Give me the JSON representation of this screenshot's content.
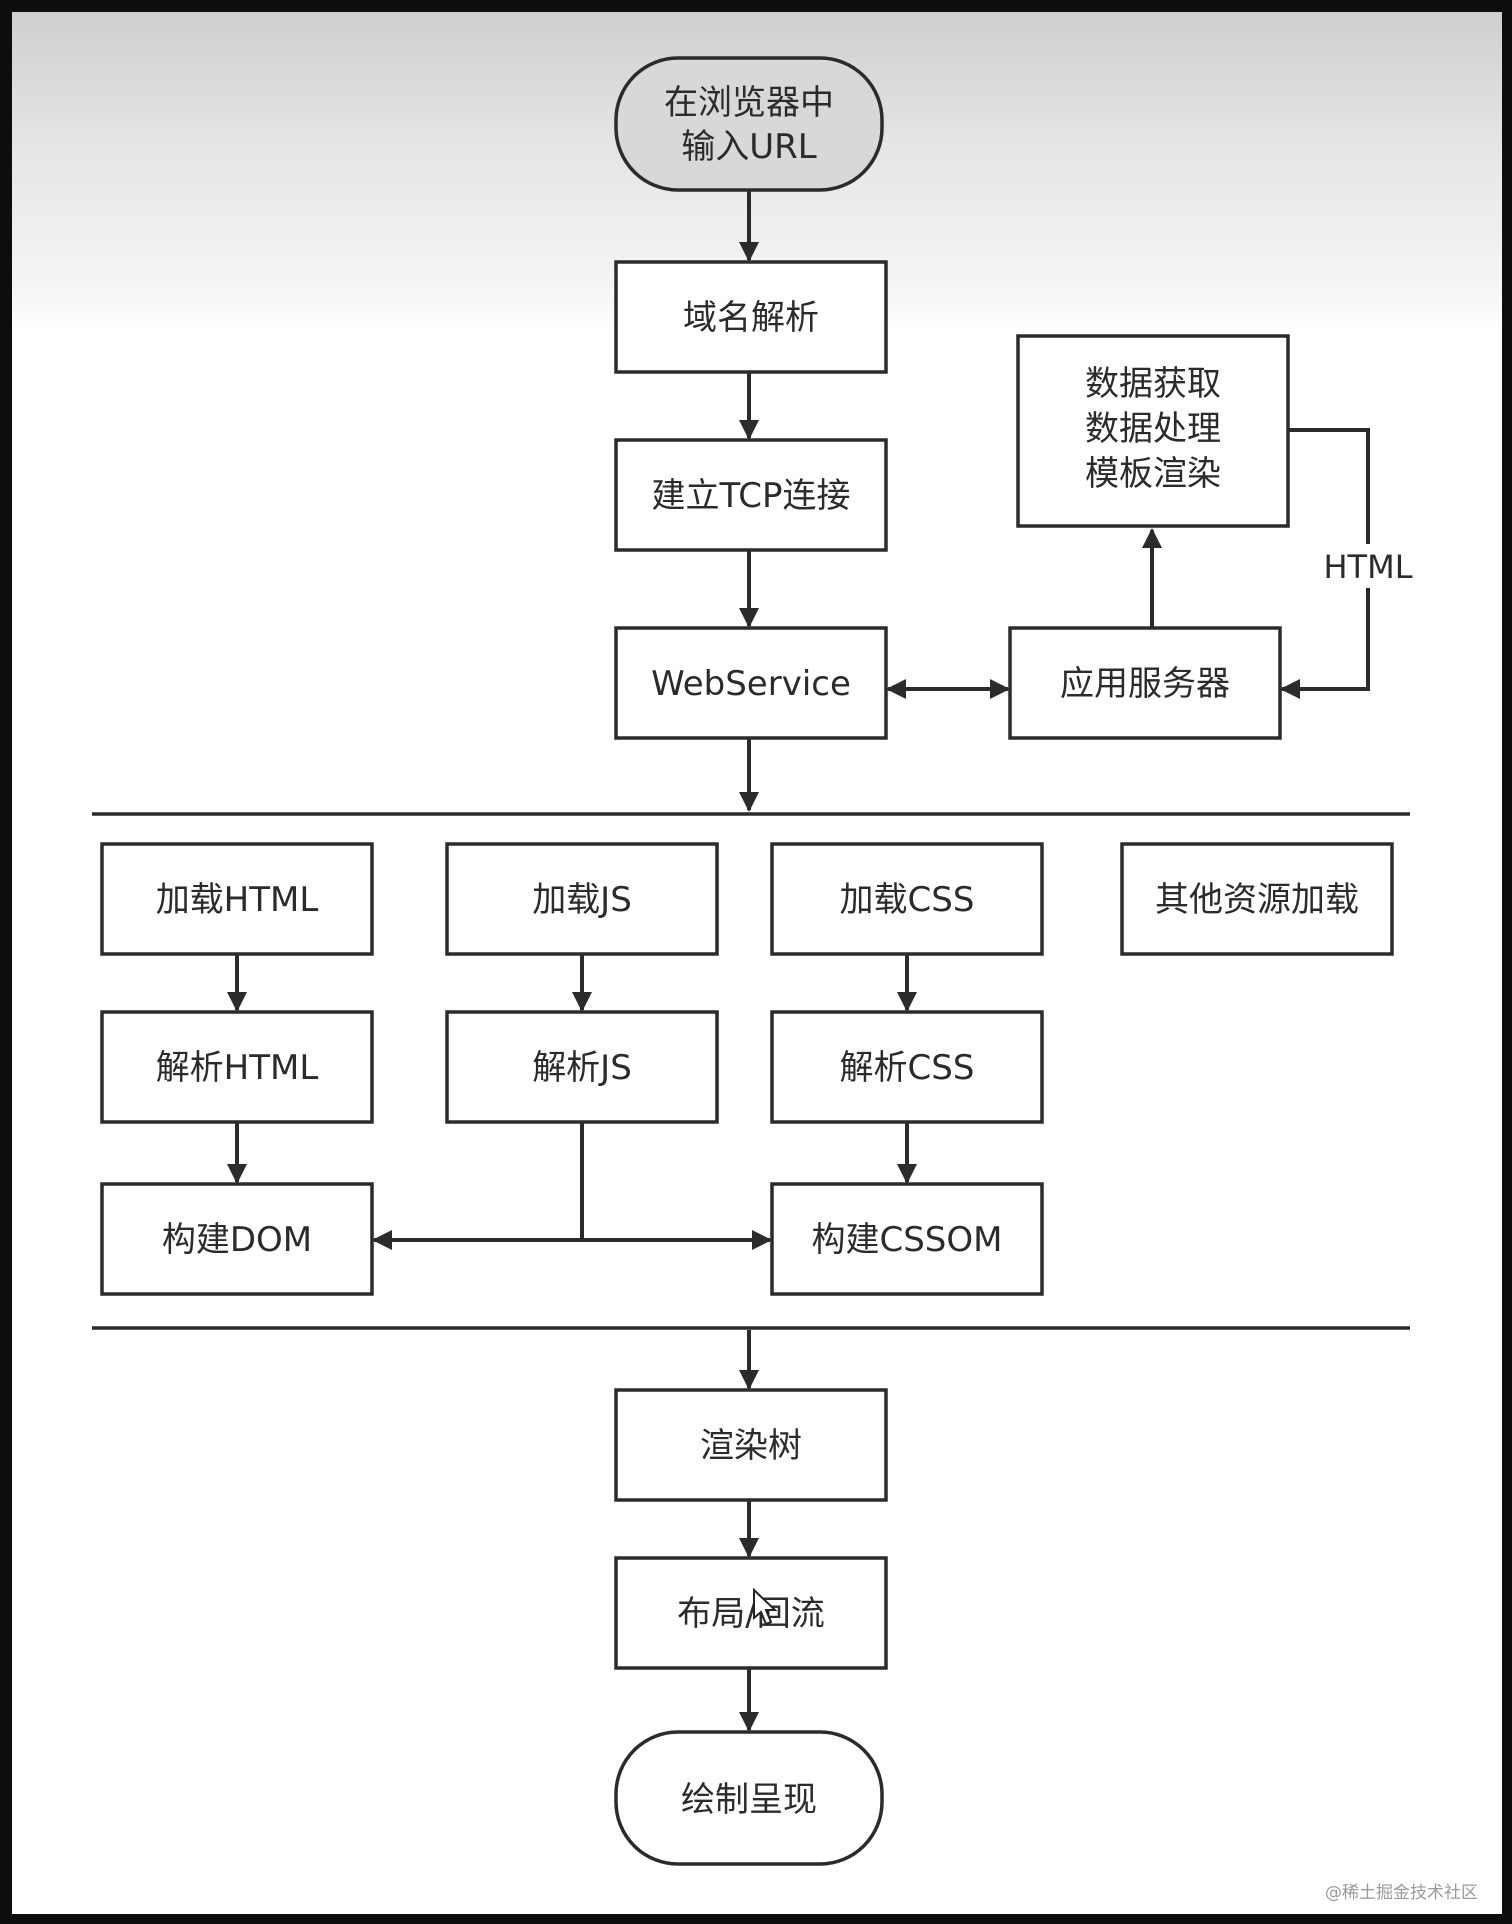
{
  "nodes": {
    "input_url": [
      "在浏览器中",
      "输入URL"
    ],
    "dns": "域名解析",
    "tcp": "建立TCP连接",
    "webservice": "WebService",
    "data_proc": [
      "数据获取",
      "数据处理",
      "模板渲染"
    ],
    "app_server": "应用服务器",
    "load_html": "加载HTML",
    "load_js": "加载JS",
    "load_css": "加载CSS",
    "load_other": "其他资源加载",
    "parse_html": "解析HTML",
    "parse_js": "解析JS",
    "parse_css": "解析CSS",
    "build_dom": "构建DOM",
    "build_cssom": "构建CSSOM",
    "render_tree": "渲染树",
    "layout": "布局/回流",
    "paint": "绘制呈现"
  },
  "edge_labels": {
    "html_return": "HTML"
  },
  "watermark": "@稀土掘金技术社区",
  "colors": {
    "line": "#2b2b2b",
    "box_fill": "#ffffff",
    "start_fill": "#d8d8d8",
    "page_bg": "#ffffff",
    "frame": "#0d0d0d"
  }
}
